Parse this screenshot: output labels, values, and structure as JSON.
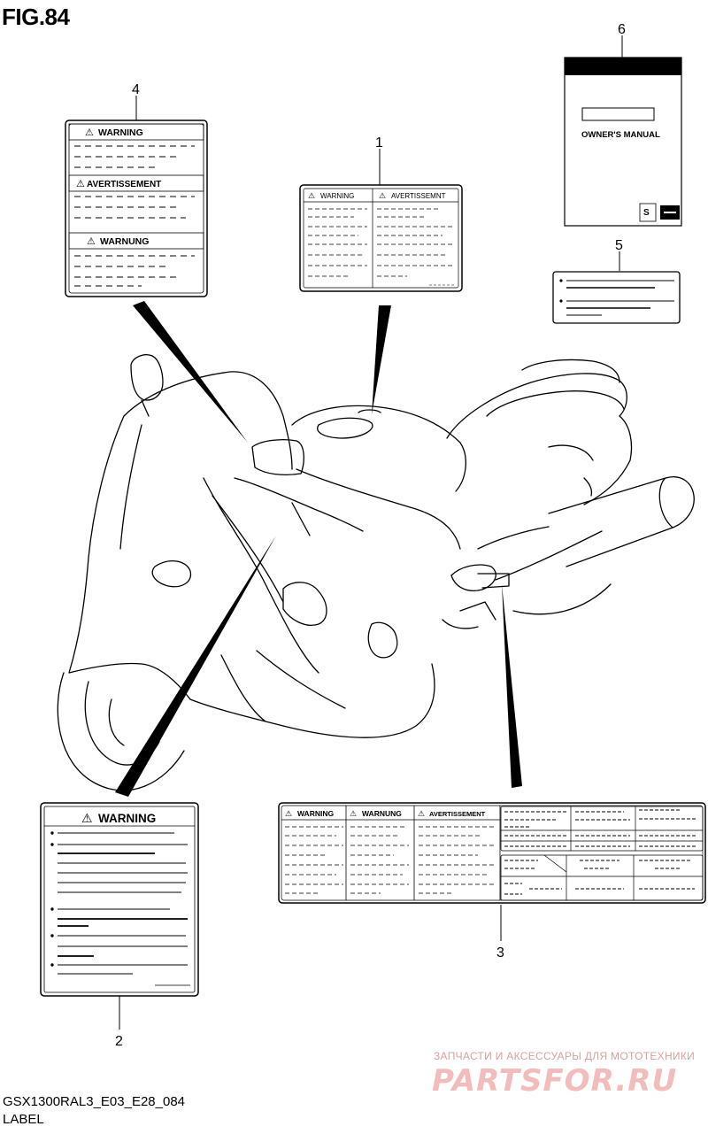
{
  "figure_title": "FIG.84",
  "part_numbers": {
    "p1": "1",
    "p2": "2",
    "p3": "3",
    "p4": "4",
    "p5": "5",
    "p6": "6"
  },
  "labels": {
    "warning": "WARNING",
    "avertissement": "AVERTISSEMENT",
    "avertissemnt": "AVERTISSEMNT",
    "warnung": "WARNUNG",
    "owners_manual": "OWNER'S MANUAL"
  },
  "footer": {
    "model_code": "GSX1300RAL3_E03_E28_084",
    "section": "LABEL"
  },
  "watermark": {
    "line1": "ЗАПЧАСТИ И АКСЕССУАРЫ ДЛЯ МОТОТЕХНИКИ",
    "line2": "PARTSFOR.RU"
  }
}
